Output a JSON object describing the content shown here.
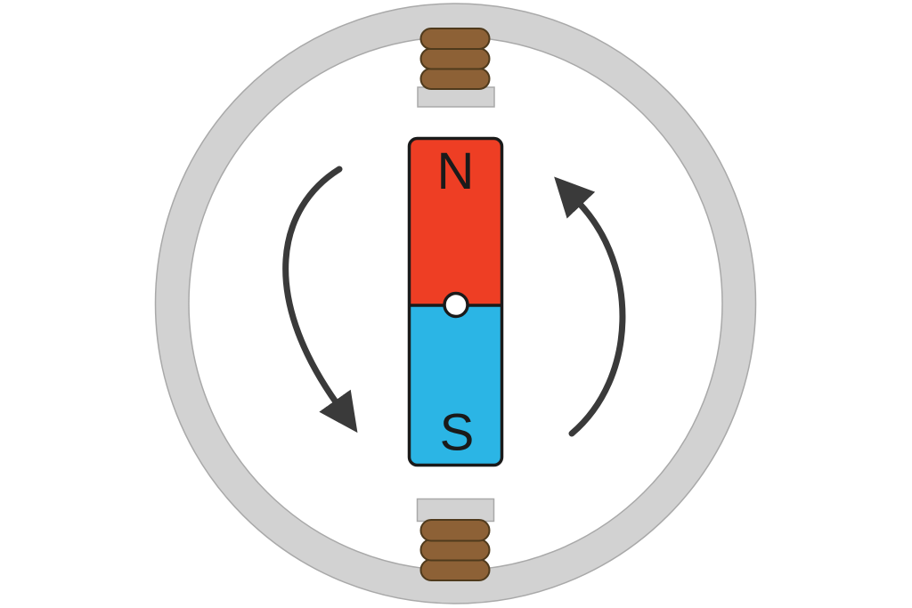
{
  "diagram": {
    "type": "electric-motor-rotor-diagram",
    "magnet": {
      "north_label": "N",
      "south_label": "S"
    },
    "rotation_direction": "counterclockwise",
    "colors": {
      "background": "#ffffff",
      "ring_fill": "#d2d2d2",
      "ring_outline": "#a9a9a9",
      "coil_fill": "#8d6136",
      "coil_outline": "#4f3a1c",
      "pole_piece_fill": "#d2d2d2",
      "pole_piece_outline": "#a9a9a9",
      "north_fill": "#ee3e24",
      "south_fill": "#2bb5e5",
      "magnet_outline": "#1a1a1a",
      "pivot_fill": "#ffffff",
      "arrow_color": "#3a3a3a",
      "label_color": "#1a1a1a"
    }
  }
}
